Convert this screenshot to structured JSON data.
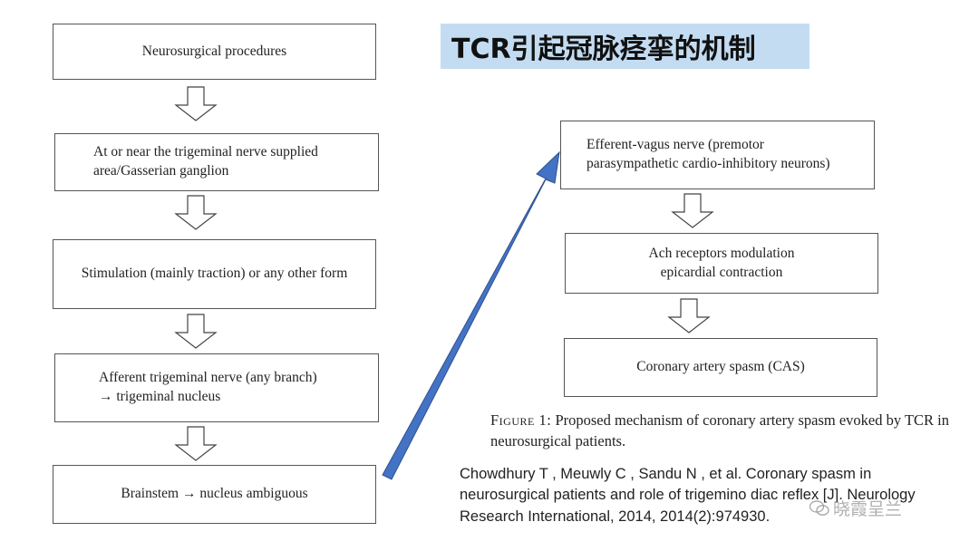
{
  "title": "TCR引起冠脉痉挛的机制",
  "left_flow": [
    "Neurosurgical procedures",
    "At or near the trigeminal nerve supplied\narea/Gasserian ganglion",
    "Stimulation (mainly traction) or any other form",
    "Afferent trigeminal nerve (any branch)\n→  trigeminal nucleus",
    "Brainstem →  nucleus ambiguous"
  ],
  "right_flow": [
    "Efferent-vagus nerve (premotor\nparasympathetic cardio-inhibitory neurons)",
    "Ach receptors modulation\nepicardial contraction",
    "Coronary artery spasm (CAS)"
  ],
  "caption": {
    "figure_label": "Figure 1:",
    "text": "Proposed mechanism of coronary artery spasm evoked by TCR in neurosurgical patients."
  },
  "citation": "Chowdhury T , Meuwly C , Sandu N , et al. Coronary spasm in neurosurgical patients and role of trigemino   diac reflex [J]. Neurology Research International, 2014, 2014(2):974930.",
  "watermark": "晓霞呈兰",
  "colors": {
    "title_bg": "#c3dcf2",
    "arrow_blue": "#4472c4"
  }
}
